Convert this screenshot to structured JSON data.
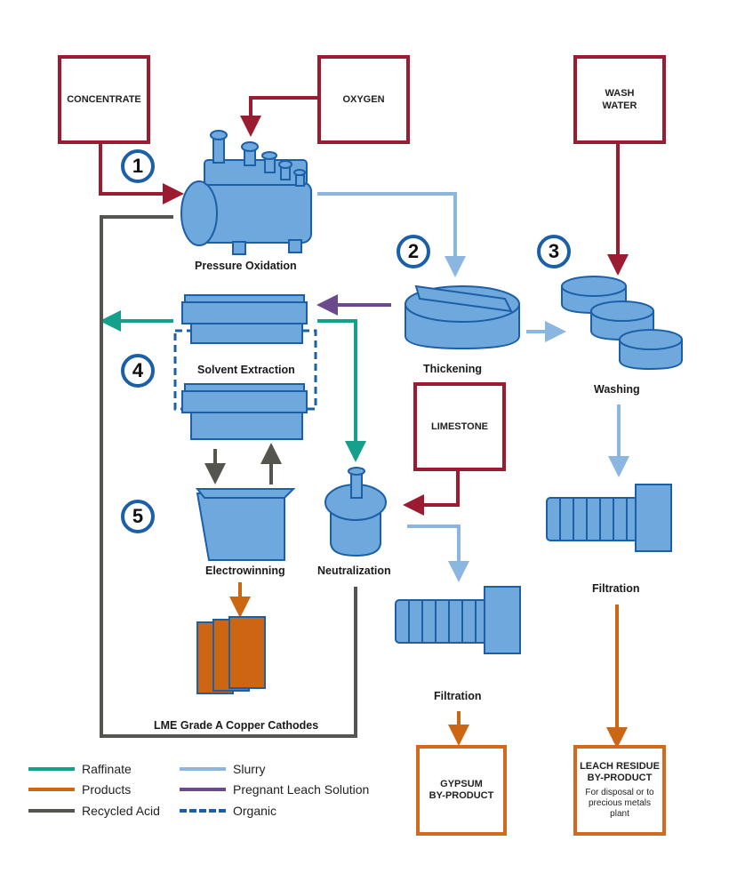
{
  "colors": {
    "input_box": "#9b1b30",
    "product_box": "#d2691e",
    "equipment_fill": "#6fa8dc",
    "equipment_stroke": "#1b5fa8",
    "raffinate": "#14a08a",
    "products": "#cc6612",
    "recycled_acid": "#555550",
    "slurry": "#8ab6e0",
    "pregnant_leach_solution": "#6a4a8a",
    "organic": "#1b5fa8"
  },
  "inputs": {
    "concentrate": "CONCENTRATE",
    "oxygen": "OXYGEN",
    "wash_water_line1": "WASH",
    "wash_water_line2": "WATER",
    "limestone": "LIMESTONE"
  },
  "outputs": {
    "gypsum_line1": "GYPSUM",
    "gypsum_line2": "BY-PRODUCT",
    "leach_residue_line1": "LEACH RESIDUE",
    "leach_residue_line2": "BY-PRODUCT",
    "leach_residue_note": "For disposal or to precious metals plant"
  },
  "steps": {
    "n1": "1",
    "n2": "2",
    "n3": "3",
    "n4": "4",
    "n5": "5"
  },
  "labels": {
    "pressure_oxidation": "Pressure Oxidation",
    "thickening": "Thickening",
    "washing": "Washing",
    "solvent_extraction": "Solvent Extraction",
    "electrowinning": "Electrowinning",
    "neutralization": "Neutralization",
    "filtration_center": "Filtration",
    "filtration_right": "Filtration",
    "cathodes": "LME Grade A Copper Cathodes"
  },
  "legend": [
    {
      "key": "raffinate",
      "label": "Raffinate",
      "style": "solid"
    },
    {
      "key": "products",
      "label": "Products",
      "style": "solid"
    },
    {
      "key": "recycled_acid",
      "label": "Recycled Acid",
      "style": "solid"
    },
    {
      "key": "slurry",
      "label": "Slurry",
      "style": "solid"
    },
    {
      "key": "pregnant_leach_solution",
      "label": "Pregnant Leach Solution",
      "style": "solid"
    },
    {
      "key": "organic",
      "label": "Organic",
      "style": "dashed"
    }
  ]
}
